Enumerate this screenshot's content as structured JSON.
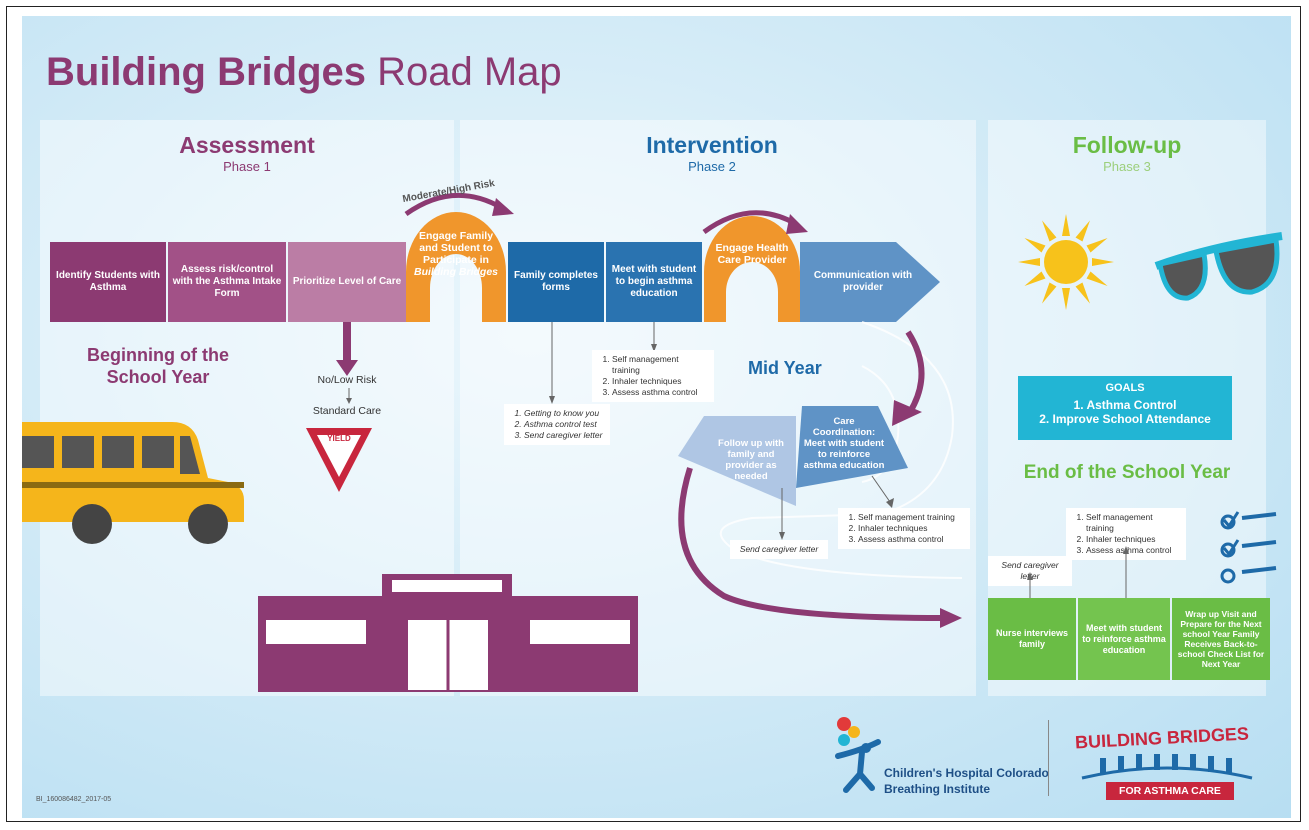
{
  "title": {
    "bold": "Building Bridges",
    "light": "Road Map"
  },
  "phases": [
    {
      "name": "Assessment",
      "sub": "Phase 1"
    },
    {
      "name": "Intervention",
      "sub": "Phase 2"
    },
    {
      "name": "Follow-up",
      "sub": "Phase 3"
    }
  ],
  "colors": {
    "purple": "#8c3a72",
    "orange": "#f0962c",
    "blue": "#1e6aa8",
    "green": "#6abd45",
    "teal": "#22b5d4"
  },
  "phase1": {
    "step1": "Identify Students with Asthma",
    "step2": "Assess risk/control with the Asthma Intake Form",
    "step3": "Prioritize Level of Care",
    "beginning": "Beginning of the School Year",
    "low_risk": "No/Low Risk",
    "standard": "Standard Care",
    "yield": "YIELD"
  },
  "arc1": {
    "label": "Moderate/High Risk",
    "text_a": "Engage Family and Student to Participate in",
    "text_b": "Building Bridges"
  },
  "phase2": {
    "family_forms": "Family completes forms",
    "meet_student": "Meet with student to begin asthma education",
    "engage_hcp": "Engage Health Care Provider",
    "communication": "Communication with provider",
    "mid_year": "Mid Year",
    "care_coord": "Care Coordination: Meet with student to reinforce asthma education",
    "follow_up": "Follow up with family and provider as needed",
    "forms_list": [
      "Getting to know you",
      "Asthma control test",
      "Send caregiver letter"
    ],
    "edu_list": [
      "Self management training",
      "Inhaler techniques",
      "Assess asthma control"
    ],
    "coord_list": [
      "Self management training",
      "Inhaler techniques",
      "Assess asthma control"
    ],
    "send_letter": "Send caregiver letter"
  },
  "phase3": {
    "goals_title": "GOALS",
    "goals": [
      "1. Asthma Control",
      "2. Improve School Attendance"
    ],
    "end": "End of the School Year",
    "end_list": [
      "Self management training",
      "Inhaler techniques",
      "Assess asthma control"
    ],
    "send_letter": "Send caregiver letter",
    "step1": "Nurse interviews family",
    "step2": "Meet with student to reinforce asthma education",
    "step3": "Wrap up Visit and Prepare for the Next school Year Family Receives Back-to-school Check List for Next Year"
  },
  "footer": {
    "code": "BI_160086482_2017-05",
    "org1": "Children's Hospital Colorado",
    "org2": "Breathing Institute",
    "bb1": "BUILDING BRIDGES",
    "bb2": "FOR ASTHMA CARE"
  }
}
